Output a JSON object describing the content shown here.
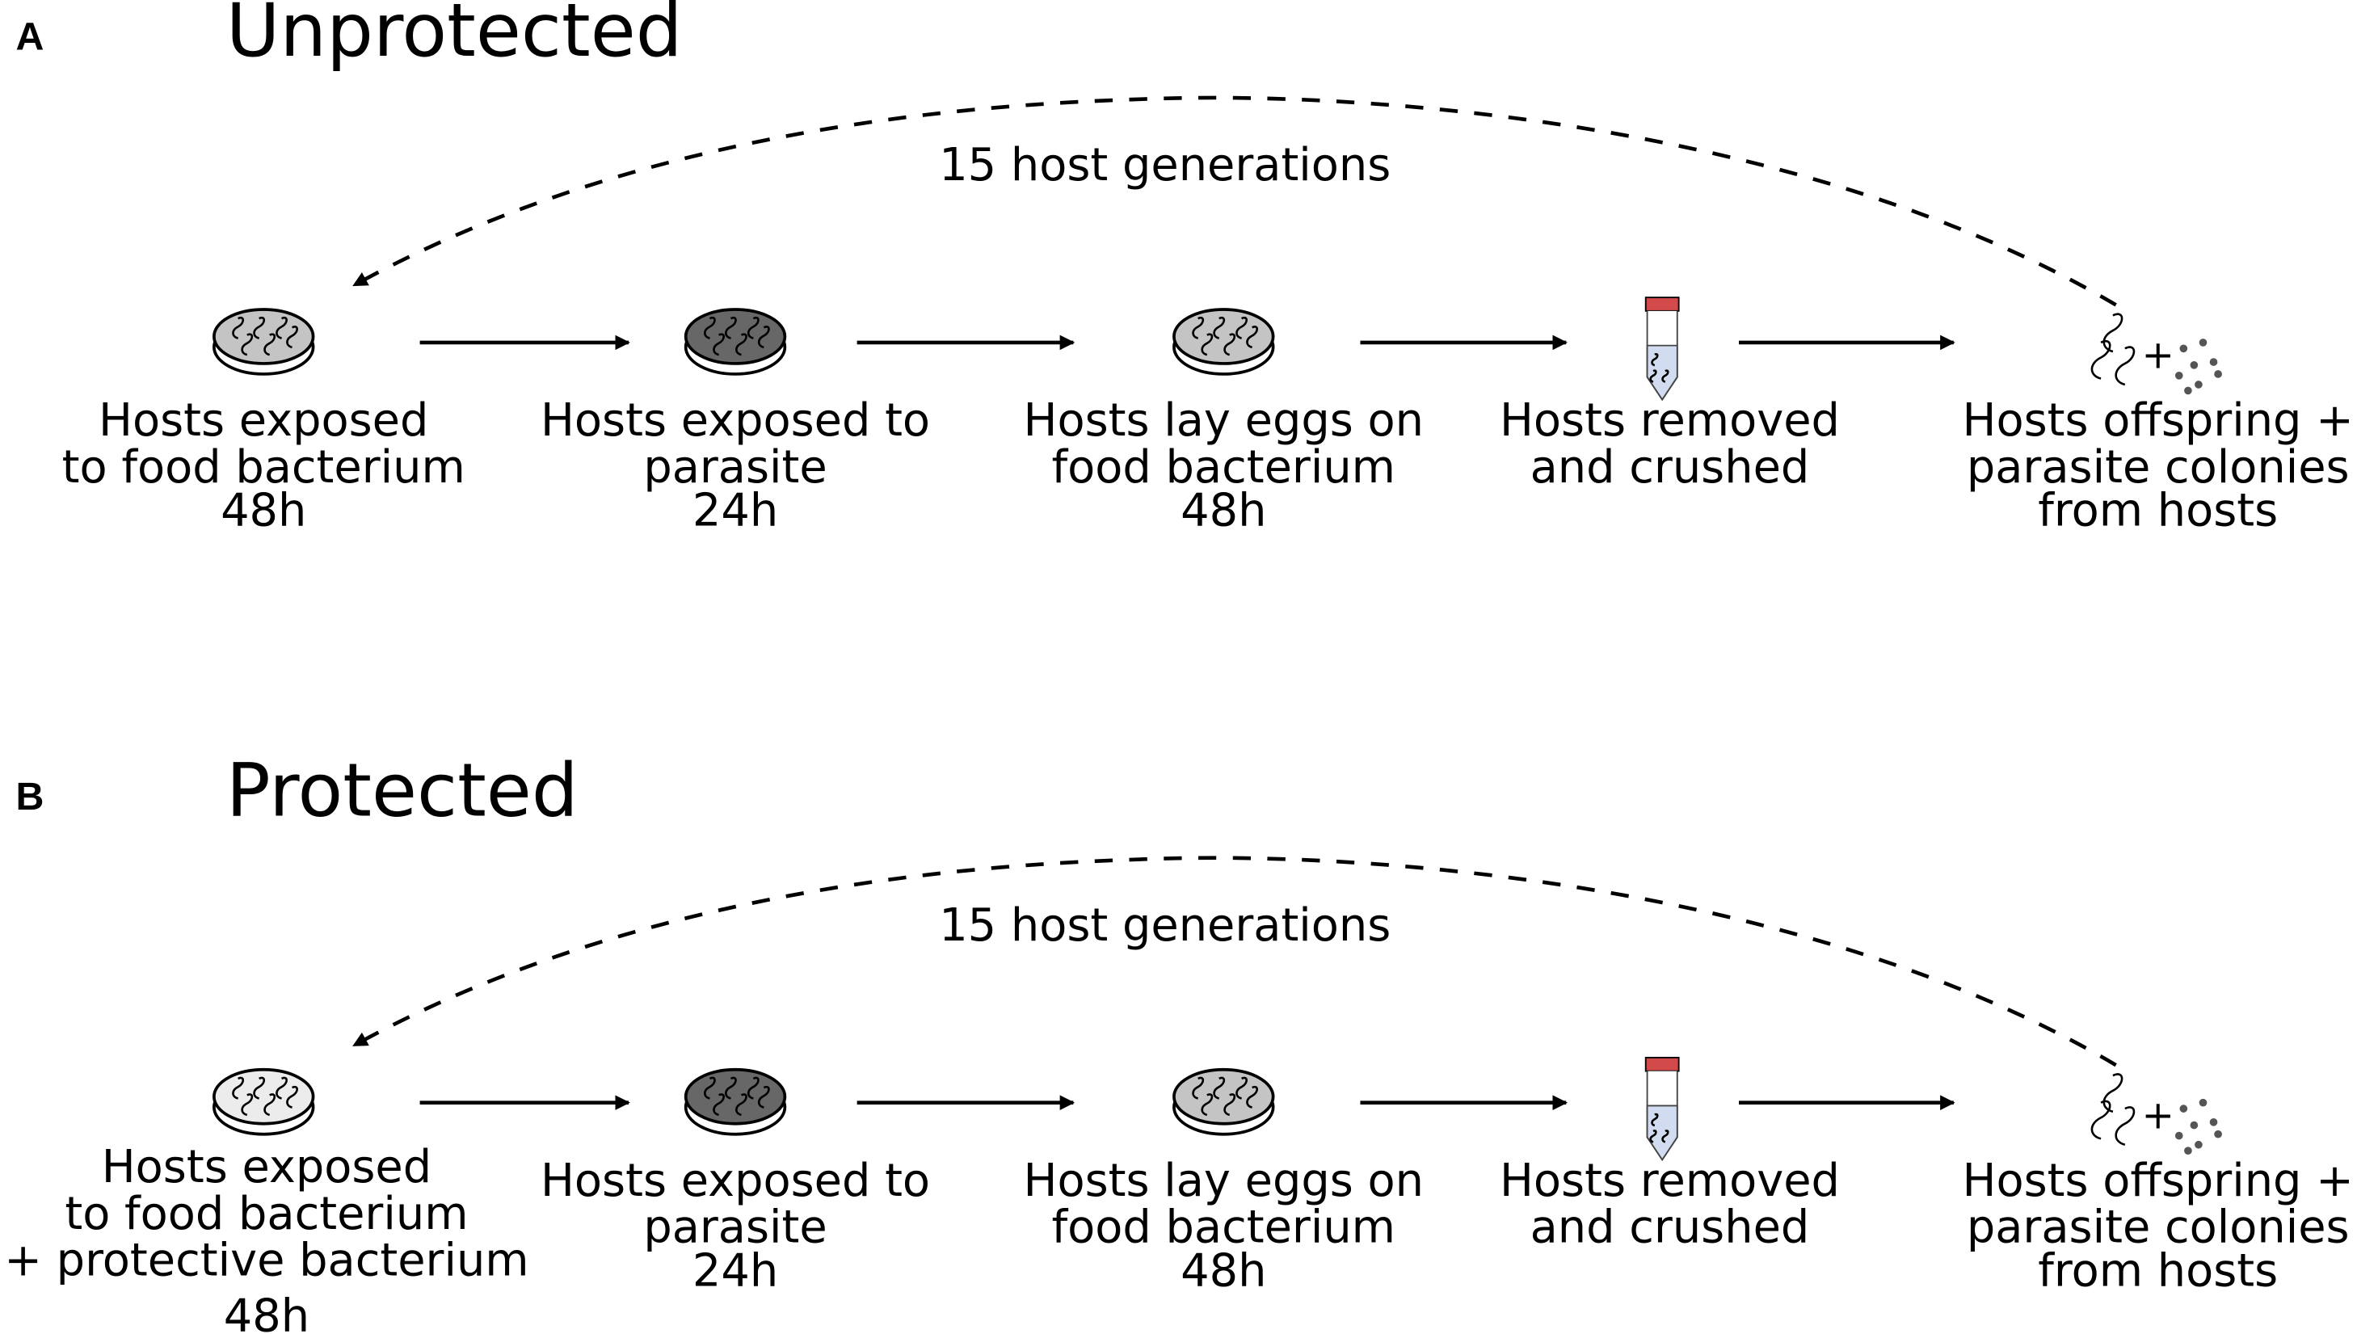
{
  "panels": [
    {
      "letter": "A",
      "title": "Unprotected",
      "cycle_label": "15 host generations",
      "steps": [
        {
          "icon": "plate-food-bacterium-icon",
          "lines": [
            "Hosts exposed",
            "to food bacterium",
            "48h"
          ]
        },
        {
          "icon": "plate-parasite-icon",
          "lines": [
            "Hosts exposed to",
            "parasite",
            "24h"
          ]
        },
        {
          "icon": "plate-food-bacterium-icon",
          "lines": [
            "Hosts lay eggs on",
            "food bacterium",
            "48h"
          ]
        },
        {
          "icon": "tube-icon",
          "lines": [
            "Hosts removed",
            "and crushed"
          ]
        },
        {
          "icon": "offspring-and-colonies-icon",
          "lines": [
            "Hosts offspring +",
            "parasite colonies",
            "from hosts"
          ]
        }
      ]
    },
    {
      "letter": "B",
      "title": "Protected",
      "cycle_label": "15 host generations",
      "steps": [
        {
          "icon": "plate-food-protective-bacterium-icon",
          "lines": [
            "Hosts exposed",
            "to food bacterium",
            "+ protective bacterium",
            "48h"
          ]
        },
        {
          "icon": "plate-parasite-icon",
          "lines": [
            "Hosts exposed to",
            "parasite",
            "24h"
          ]
        },
        {
          "icon": "plate-food-bacterium-icon",
          "lines": [
            "Hosts lay eggs on",
            "food bacterium",
            "48h"
          ]
        },
        {
          "icon": "tube-icon",
          "lines": [
            "Hosts removed",
            "and crushed"
          ]
        },
        {
          "icon": "offspring-and-colonies-icon",
          "lines": [
            "Hosts offspring +",
            "parasite colonies",
            "from hosts"
          ]
        }
      ]
    }
  ],
  "colors": {
    "food_plate": "#c4c4c4",
    "parasite_plate": "#676767",
    "protective_plate": "#ececec",
    "tube_cap": "#d24a4a",
    "tube_liquid": "#d2dcf0"
  }
}
